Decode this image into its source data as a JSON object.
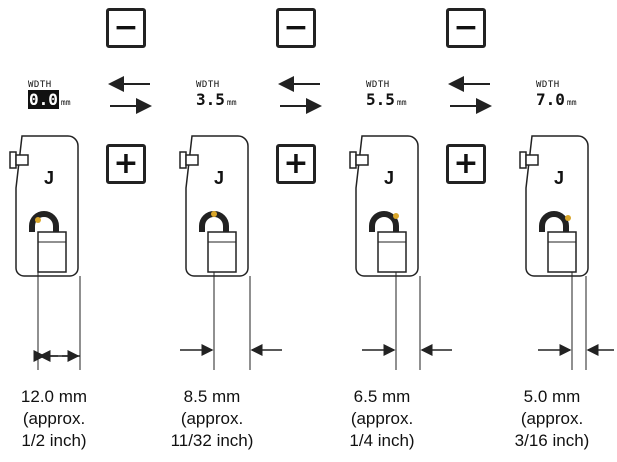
{
  "buttons": {
    "minus_symbol": "−",
    "plus_symbol": "+"
  },
  "width_label": "WDTH",
  "settings": [
    {
      "value": "0.0",
      "unit": "mm",
      "foot_letter": "J",
      "distance": "12.0 mm",
      "approx": "(approx.",
      "inch": "1/2 inch)"
    },
    {
      "value": "3.5",
      "unit": "mm",
      "foot_letter": "J",
      "distance": "8.5 mm",
      "approx": "(approx.",
      "inch": "11/32 inch)"
    },
    {
      "value": "5.5",
      "unit": "mm",
      "foot_letter": "J",
      "distance": "6.5 mm",
      "approx": "(approx.",
      "inch": "1/4 inch)"
    },
    {
      "value": "7.0",
      "unit": "mm",
      "foot_letter": "J",
      "distance": "5.0 mm",
      "approx": "(approx.",
      "inch": "3/16 inch)"
    }
  ],
  "colors": {
    "needle_mark": "#d9a62a",
    "line": "#222222"
  }
}
